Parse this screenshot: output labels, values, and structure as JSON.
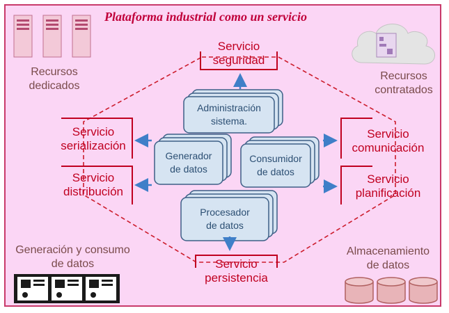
{
  "title": "Plataforma industrial como un servicio",
  "resources": {
    "dedicated": [
      "Recursos",
      "dedicados"
    ],
    "contracted": [
      "Recursos",
      "contratados"
    ],
    "generation": [
      "Generación y consumo",
      "de datos"
    ],
    "storage": [
      "Almacenamiento",
      "de datos"
    ]
  },
  "services": {
    "security": [
      "Servicio",
      "seguridad"
    ],
    "serialization": [
      "Servicio",
      "serialización"
    ],
    "distribution": [
      "Servicio",
      "distribución"
    ],
    "communication": [
      "Servicio",
      "comunicación"
    ],
    "planning": [
      "Servicio",
      "planificación"
    ],
    "persistence": [
      "Servicio",
      "persistencia"
    ]
  },
  "components": {
    "admin": [
      "Administración",
      "sistema."
    ],
    "generator": [
      "Generador",
      "de datos"
    ],
    "consumer": [
      "Consumidor",
      "de datos"
    ],
    "processor": [
      "Procesador",
      "de datos"
    ]
  },
  "colors": {
    "background": "#fbd6f5",
    "border": "#c83a6a",
    "service_text": "#c00020",
    "component_fill": "#d6e4f2",
    "component_stroke": "#3d5f86",
    "arrow": "#3f7fc8"
  }
}
